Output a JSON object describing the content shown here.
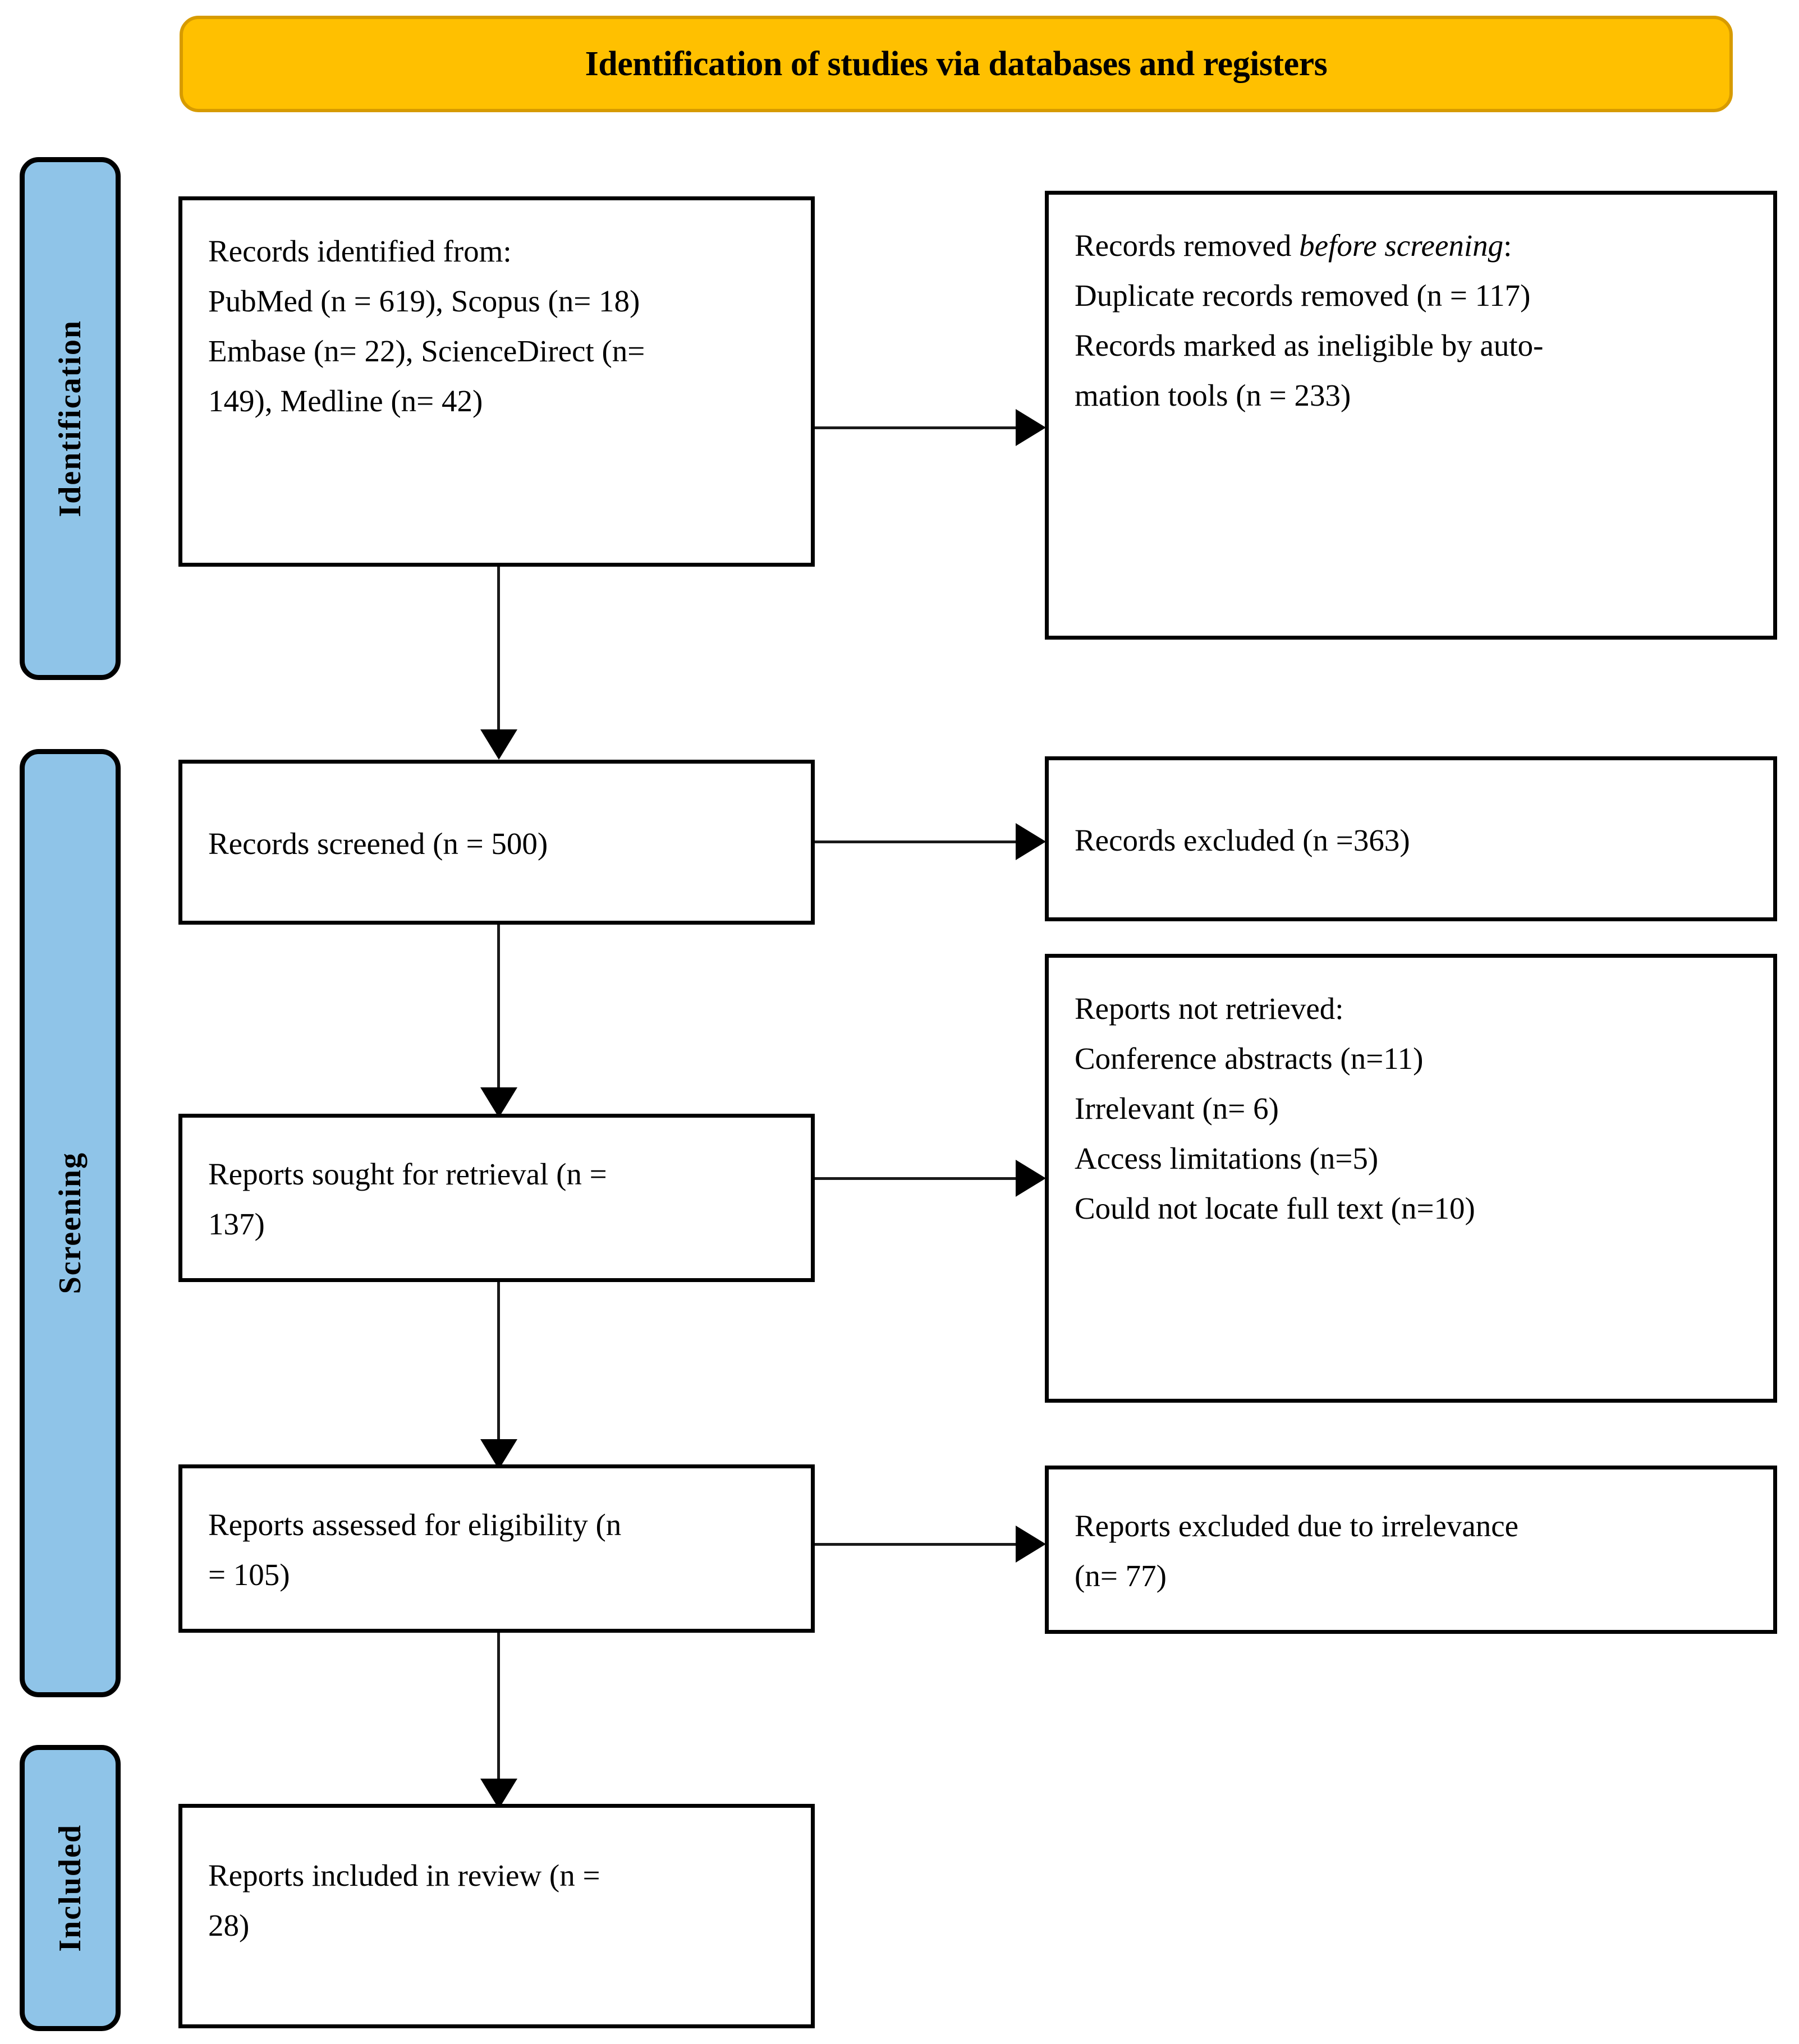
{
  "banner": {
    "title": "Identification of studies via databases and registers"
  },
  "stages": [
    {
      "label": "Identification"
    },
    {
      "label": "Screening"
    },
    {
      "label": "Included"
    }
  ],
  "boxes": {
    "identified": {
      "line1": "Records identified from:",
      "line2": "PubMed (n = 619), Scopus (n= 18)",
      "line3": "Embase (n= 22), ScienceDirect (n=",
      "line4": "149), Medline (n= 42)"
    },
    "removed": {
      "line1_prefix": "Records removed ",
      "line1_italic": "before screening",
      "line1_suffix": ":",
      "line2": "Duplicate records removed (n = 117)",
      "line3": "Records marked as ineligible by auto-",
      "line4": "mation tools (n = 233)"
    },
    "screened": {
      "line1": "Records screened (n = 500)"
    },
    "excluded": {
      "line1": "Records excluded (n =363)"
    },
    "sought": {
      "line1": "Reports sought for retrieval (n =",
      "line2": "137)"
    },
    "not_retrieved": {
      "line1": "Reports not retrieved:",
      "line2": "Conference abstracts (n=11)",
      "line3": "Irrelevant (n= 6)",
      "line4": "Access limitations (n=5)",
      "line5": "Could not locate full text (n=10)"
    },
    "assessed": {
      "line1": "Reports assessed for eligibility (n",
      "line2": "= 105)"
    },
    "excluded_irrelevance": {
      "line1": "Reports excluded due to irrelevance",
      "line2": "(n= 77)"
    },
    "included": {
      "line1": "Reports included in review (n =",
      "line2": "28)"
    }
  },
  "colors": {
    "banner_fill": "#ffc000",
    "banner_border": "#d79b00",
    "stage_fill": "#8fc4e8",
    "stage_border": "#000000",
    "box_border": "#000000",
    "connector": "#000000"
  }
}
